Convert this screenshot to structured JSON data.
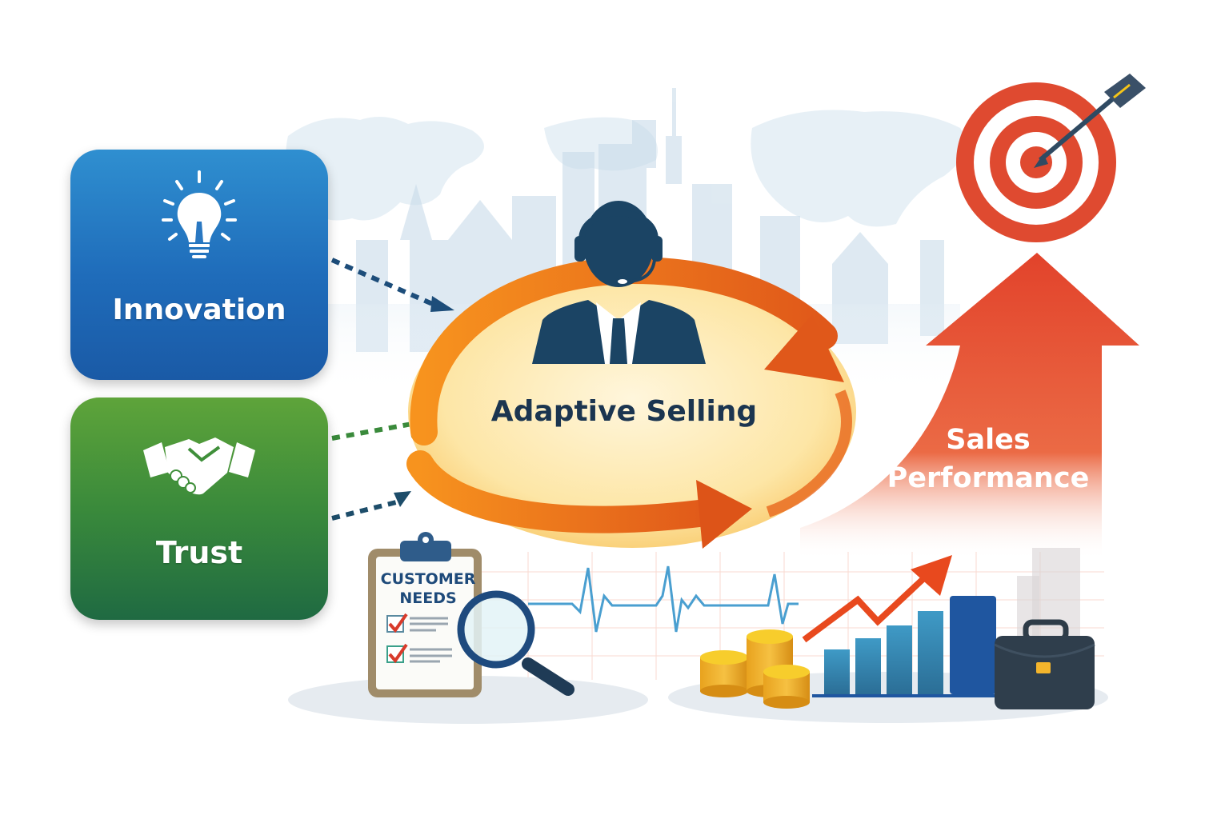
{
  "title": "Innovation and Trust drive Adaptive Selling, leading to Sales Performance",
  "inputs": [
    {
      "label": "Innovation",
      "icon": "lightbulb-icon",
      "color": "#1f6cba"
    },
    {
      "label": "Trust",
      "icon": "handshake-icon",
      "color": "#3a8a3b"
    }
  ],
  "center": {
    "label": "Adaptive Selling",
    "icon": "salesperson-headset-icon",
    "cycle_color": "#f28a1e"
  },
  "outcome": {
    "label_line1": "Sales",
    "label_line2": "Performance",
    "icon": "target-icon",
    "arrow_color": "#e04a2e"
  },
  "supporting": {
    "clipboard_title_line1": "CUSTOMER",
    "clipboard_title_line2": "NEEDS",
    "clipboard_checked_items": 2,
    "items": [
      "clipboard-icon",
      "magnifier-icon",
      "heartbeat-line",
      "coins-icon",
      "growth-bar-chart",
      "briefcase-icon"
    ]
  },
  "colors": {
    "innovation": "#1f6cba",
    "trust": "#3a8a3b",
    "adaptive_cycle": "#f28a1e",
    "sales_arrow": "#e04a2e",
    "text_dark": "#1b3550"
  }
}
